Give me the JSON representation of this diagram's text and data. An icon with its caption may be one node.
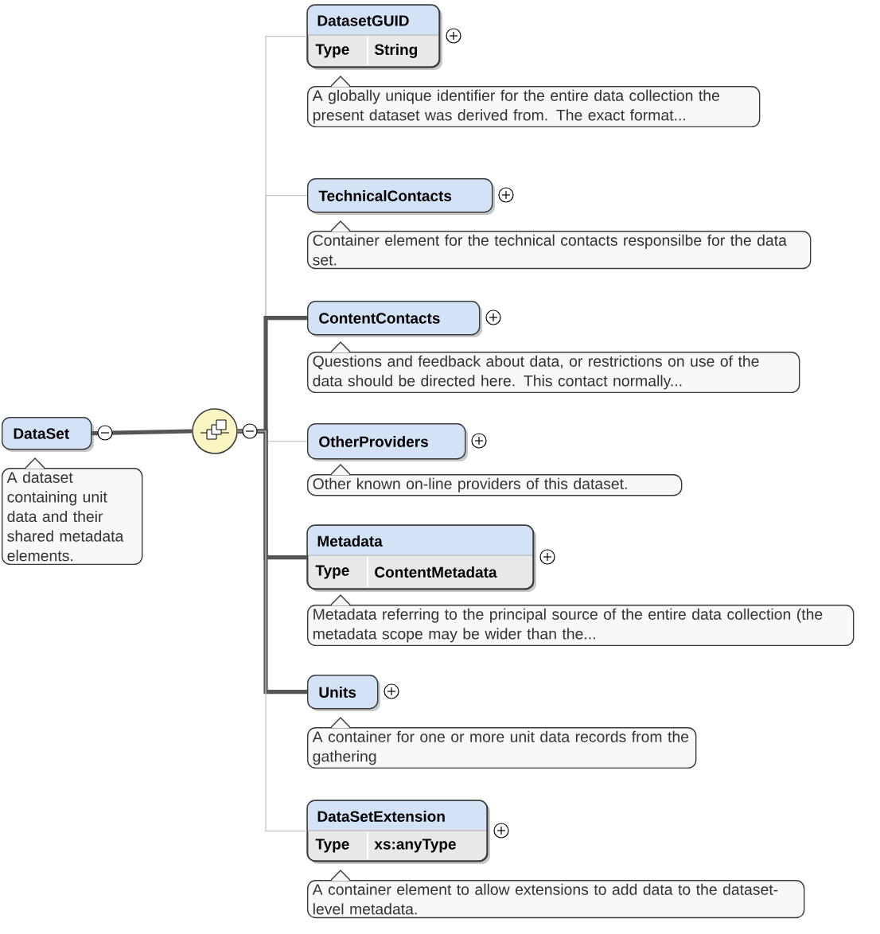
{
  "diagram": {
    "nodes": [
      {
        "text": [
          "DataSet"
        ]
      },
      {
        "text": [
          "A dataset containing unit data and their shared metadata elements."
        ]
      },
      {
        "text": [],
        "shape": "circle"
      },
      {
        "text": [
          "DatasetGUID",
          "Type",
          "String"
        ]
      },
      {
        "text": [
          "A globally unique identifier for the entire data collection the present dataset was derived from. The exact format..."
        ]
      },
      {
        "text": [
          "TechnicalContacts"
        ]
      },
      {
        "text": [
          "Container element for the technical contacts responsilbe for the data set."
        ]
      },
      {
        "text": [
          "ContentContacts"
        ]
      },
      {
        "text": [
          "Questions and feedback about data, or restrictions on use of the data should be directed here. This contact normally..."
        ]
      },
      {
        "text": [
          "OtherProviders"
        ]
      },
      {
        "text": [
          "Other known on-line providers of this dataset."
        ]
      },
      {
        "text": [
          "Metadata",
          "Type",
          "ContentMetadata"
        ]
      },
      {
        "text": [
          "Metadata referring to the principal source of the entire data collection (the metadata scope may be wider than the..."
        ]
      },
      {
        "text": [
          "Units"
        ]
      },
      {
        "text": [
          "A container for one or more unit data records from the gathering"
        ]
      },
      {
        "text": [
          "DataSetExtension",
          "Type",
          "xs:anyType"
        ]
      },
      {
        "text": [
          "A container element to allow extensions to add data to the dataset-level metadata."
        ]
      }
    ],
    "edges": [
      {
        "from": 0,
        "to": 2,
        "arrow": "none",
        "style": "thick"
      },
      {
        "from": 2,
        "to": 3,
        "arrow": "none",
        "color": "#c4c4c4"
      },
      {
        "from": 2,
        "to": 5,
        "arrow": "none",
        "color": "#c4c4c4"
      },
      {
        "from": 2,
        "to": 7,
        "arrow": "none",
        "style": "thick"
      },
      {
        "from": 2,
        "to": 9,
        "arrow": "none",
        "color": "#c4c4c4"
      },
      {
        "from": 2,
        "to": 11,
        "arrow": "none",
        "style": "thick"
      },
      {
        "from": 2,
        "to": 13,
        "arrow": "none",
        "style": "thick"
      },
      {
        "from": 2,
        "to": 15,
        "arrow": "none",
        "color": "#c4c4c4"
      }
    ]
  }
}
